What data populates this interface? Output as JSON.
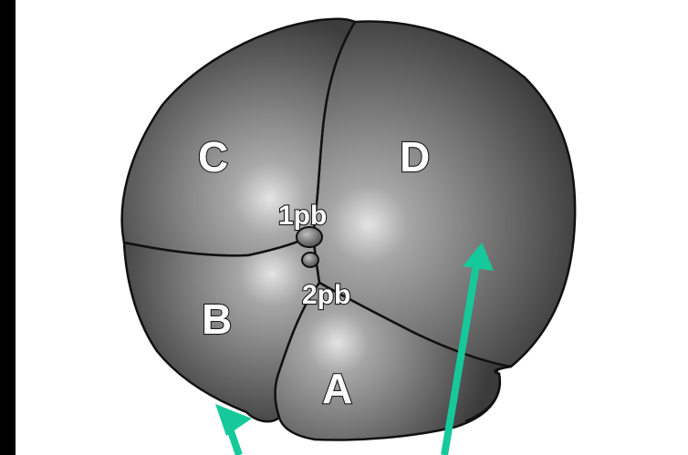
{
  "diagram": {
    "cells": [
      {
        "key": "A",
        "label": "A"
      },
      {
        "key": "B",
        "label": "B"
      },
      {
        "key": "C",
        "label": "C"
      },
      {
        "key": "D",
        "label": "D"
      }
    ],
    "polar_bodies": [
      {
        "key": "1pb",
        "label": "1pb"
      },
      {
        "key": "2pb",
        "label": "2pb"
      }
    ],
    "colors": {
      "frame": "#000000",
      "panel": "#ffffff",
      "cell_light": "#c8c8c8",
      "cell_dark": "#3c3c3c",
      "outline": "#111111",
      "arrow": "#16c99a"
    }
  }
}
